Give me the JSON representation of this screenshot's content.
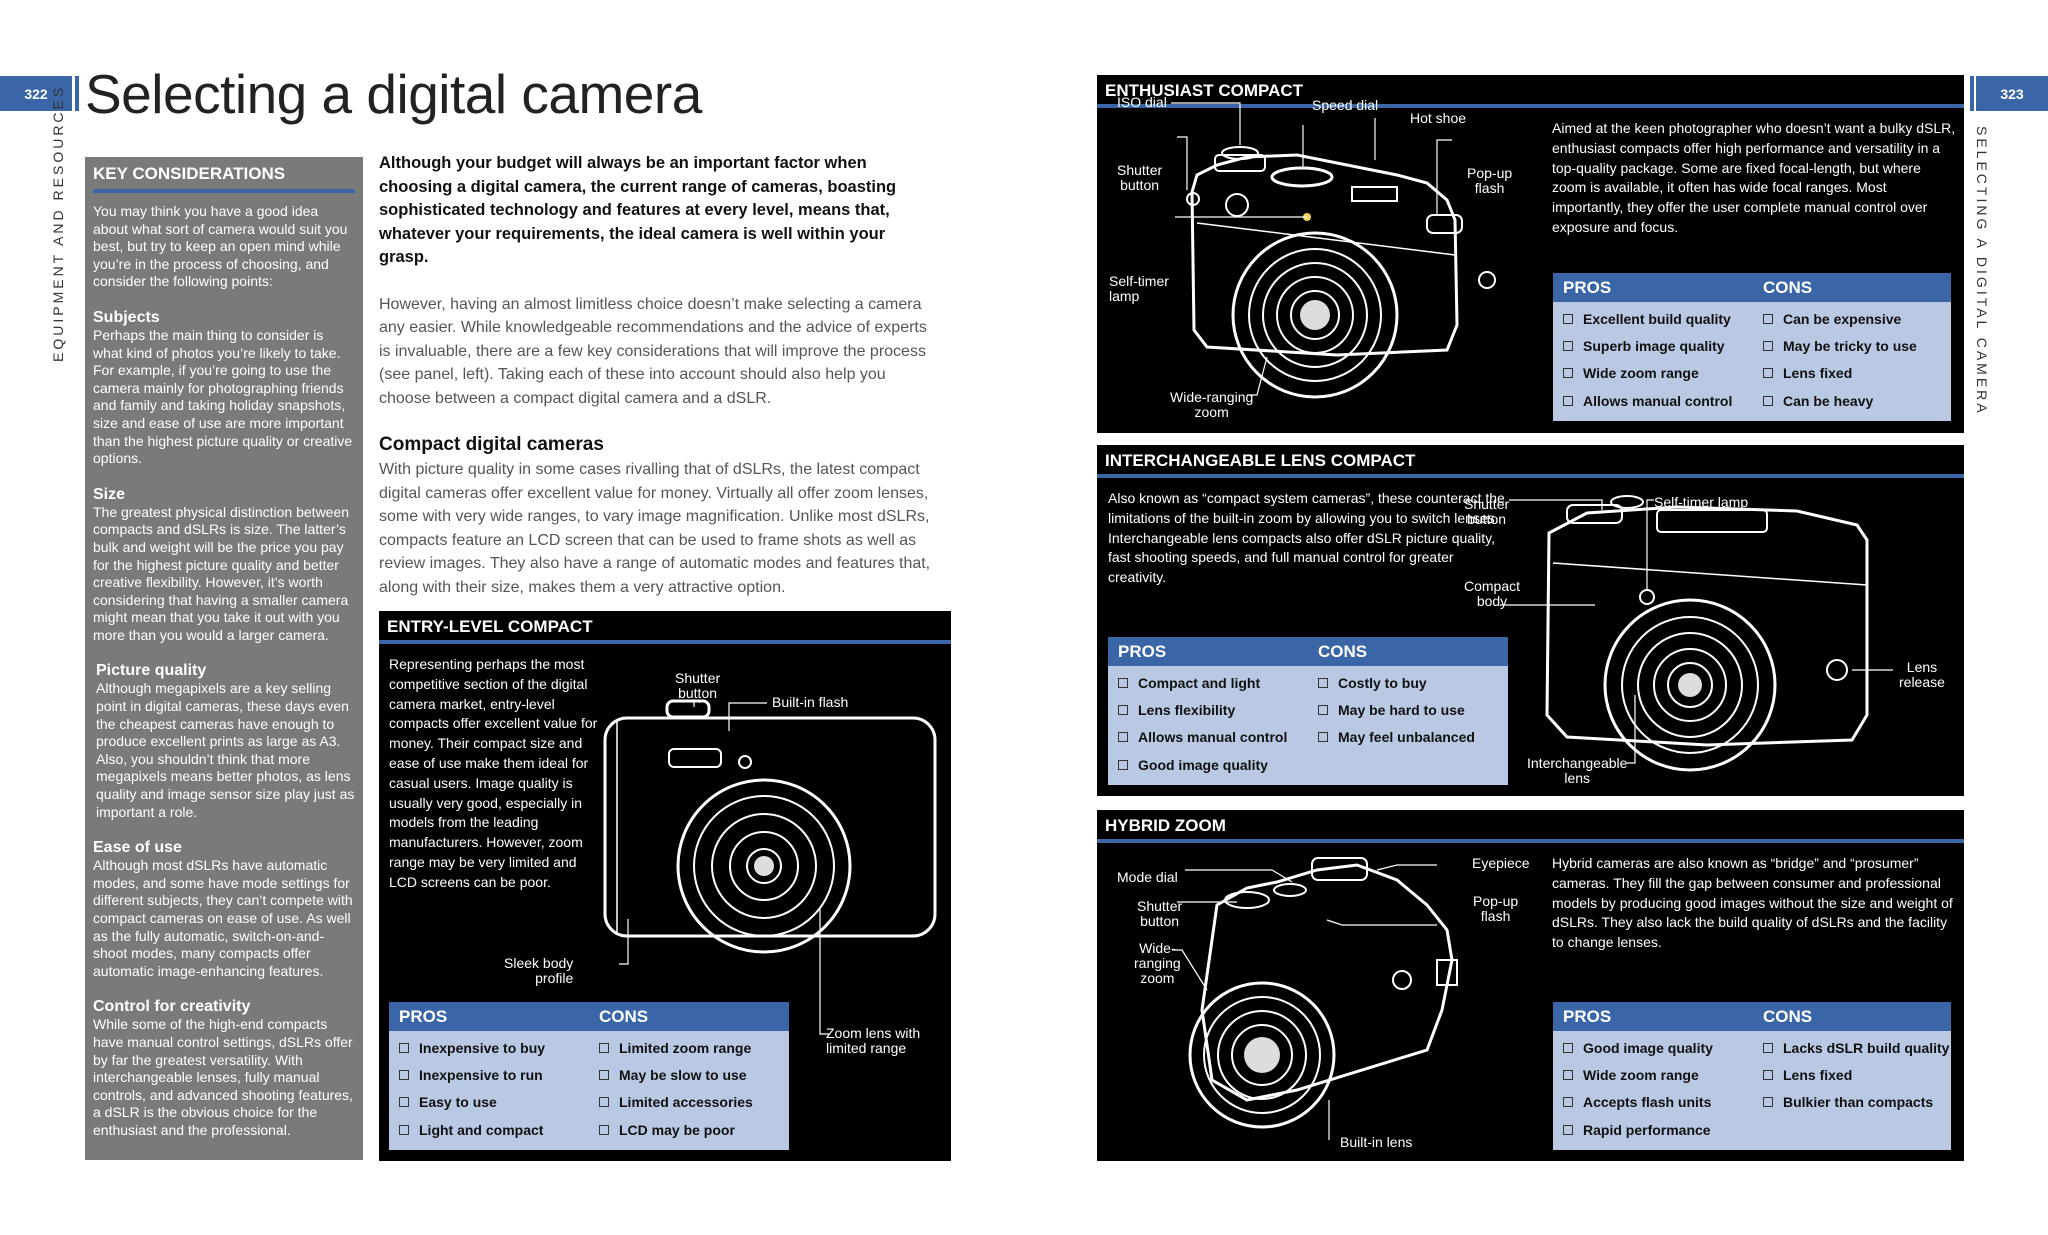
{
  "page_left": {
    "number": "322",
    "side_label": "EQUIPMENT AND RESOURCES"
  },
  "page_right": {
    "number": "323",
    "side_label": "SELECTING A DIGITAL CAMERA"
  },
  "title": "Selecting a digital camera",
  "key_considerations": {
    "heading": "KEY CONSIDERATIONS",
    "intro": "You may think you have a good idea about what sort of camera would suit you best, but try to keep an open mind while you’re in the process of choosing, and consider the following points:",
    "sections": [
      {
        "heading": "Subjects",
        "text": "Perhaps the main thing to consider is what kind of photos you’re likely to take. For example, if you’re going to use the camera mainly for photographing friends and family and taking holiday snapshots, size and ease of use are more important than the highest picture quality or creative options."
      },
      {
        "heading": "Size",
        "text": "The greatest physical distinction between compacts and dSLRs is size. The latter’s bulk and weight will be the price you pay for the highest picture quality and better creative flexibility. However, it’s worth considering that having a smaller camera might mean that you take it out with you more than you would a larger camera."
      },
      {
        "heading": "Picture quality",
        "text": "Although megapixels are a key selling point in digital cameras, these days even the cheapest cameras have enough to produce excellent prints as large as A3. Also, you shouldn’t think that more megapixels means better photos, as lens quality and image sensor size play just as important a role."
      },
      {
        "heading": "Ease of use",
        "text": "Although most dSLRs have automatic modes, and some have mode settings for different subjects, they can’t compete with compact cameras on ease of use. As well as the fully automatic, switch-on-and-shoot modes, many compacts offer automatic image-enhancing features."
      },
      {
        "heading": "Control for creativity",
        "text": "While some of the high-end compacts have manual control settings, dSLRs offer by far the greatest versatility. With interchangeable lenses, fully manual controls, and advanced shooting features, a dSLR is the obvious choice for the enthusiast and the professional."
      }
    ]
  },
  "intro": {
    "lead": "Although your budget will always be an important factor when choosing a digital camera, the current range of cameras, boasting sophisticated technology and features at every level, means that, whatever your requirements, the ideal camera is well within your grasp.",
    "body": "However, having an almost limitless choice doesn’t make selecting a camera any easier. While knowledgeable recommendations and the advice of experts is invaluable, there are a few key considerations that will improve the process (see panel, left). Taking each of these into account should also help you choose between a compact digital camera and a dSLR.",
    "subheading": "Compact digital cameras",
    "body2": "With picture quality in some cases rivalling that of dSLRs, the latest compact digital cameras offer excellent value for money. Virtually all offer zoom lenses, some with very wide ranges, to vary image magnification. Unlike most dSLRs, compacts feature an LCD screen that can be used to frame shots as well as review images. They also have a range of automatic modes and features that, along with their size, makes them a very attractive option."
  },
  "entry_level": {
    "heading": "ENTRY-LEVEL COMPACT",
    "text": "Representing perhaps the most competitive section of the digital camera market, entry-level compacts offer excellent value for money. Their compact size and ease of use make them ideal for casual users. Image quality is usually very good, especially in models from the leading manufacturers. However, zoom range may be very limited and LCD screens can be poor.",
    "labels": {
      "shutter": "Shutter\nbutton",
      "flash": "Built-in flash",
      "body": "Sleek body\nprofile",
      "zoom": "Zoom lens with\nlimited range"
    },
    "pros_label": "PROS",
    "cons_label": "CONS",
    "pros": [
      "Inexpensive to buy",
      "Inexpensive to run",
      "Easy to use",
      "Light and compact"
    ],
    "cons": [
      "Limited zoom range",
      "May be slow to use",
      "Limited accessories",
      "LCD may be poor"
    ]
  },
  "enthusiast": {
    "heading": "ENTHUSIAST COMPACT",
    "text": "Aimed at the keen photographer who doesn’t want a bulky dSLR, enthusiast compacts offer high performance and versatility in a top-quality package. Some are fixed focal-length, but where zoom is available, it often has wide focal ranges. Most importantly, they offer the user complete manual control over exposure and focus.",
    "labels": {
      "iso": "ISO dial",
      "speed": "Speed dial",
      "hotshoe": "Hot shoe",
      "popup": "Pop-up\nflash",
      "shutter": "Shutter\nbutton",
      "timer": "Self-timer\nlamp",
      "zoom": "Wide-ranging\nzoom"
    },
    "pros_label": "PROS",
    "cons_label": "CONS",
    "pros": [
      "Excellent build quality",
      "Superb image quality",
      "Wide zoom range",
      "Allows manual control"
    ],
    "cons": [
      "Can be expensive",
      "May be tricky to use",
      "Lens fixed",
      "Can be heavy"
    ]
  },
  "interchangeable": {
    "heading": "INTERCHANGEABLE LENS COMPACT",
    "text": "Also known as “compact system cameras”, these counteract the limitations of the built-in zoom by allowing you to switch lenses. Interchangeable lens compacts also offer dSLR picture quality, fast shooting speeds, and full manual control for greater creativity.",
    "labels": {
      "shutter": "Shutter\nbutton",
      "timer": "Self-timer lamp",
      "body": "Compact\nbody",
      "release": "Lens\nrelease",
      "lens": "Interchangeable\nlens"
    },
    "pros_label": "PROS",
    "cons_label": "CONS",
    "pros": [
      "Compact and light",
      "Lens flexibility",
      "Allows manual control",
      "Good image quality"
    ],
    "cons": [
      "Costly to buy",
      "May be hard to use",
      "May feel unbalanced"
    ]
  },
  "hybrid": {
    "heading": "HYBRID ZOOM",
    "text": "Hybrid cameras are also known as “bridge” and “prosumer” cameras. They fill the gap between consumer and professional models by producing good images without the size and weight of dSLRs. They also lack the build quality of dSLRs and the facility to change lenses.",
    "labels": {
      "mode": "Mode dial",
      "eyepiece": "Eyepiece",
      "shutter": "Shutter\nbutton",
      "popup": "Pop-up\nflash",
      "zoom": "Wide-\nranging\nzoom",
      "lens": "Built-in lens"
    },
    "pros_label": "PROS",
    "cons_label": "CONS",
    "pros": [
      "Good image quality",
      "Wide zoom range",
      "Accepts flash units",
      "Rapid performance"
    ],
    "cons": [
      "Lacks dSLR build quality",
      "Lens fixed",
      "Bulkier than compacts"
    ]
  },
  "colors": {
    "accent": "#3a66a8",
    "panel_grey": "#7a7a7a",
    "table_bg": "#b9c9e3",
    "box_bg": "#000000"
  }
}
